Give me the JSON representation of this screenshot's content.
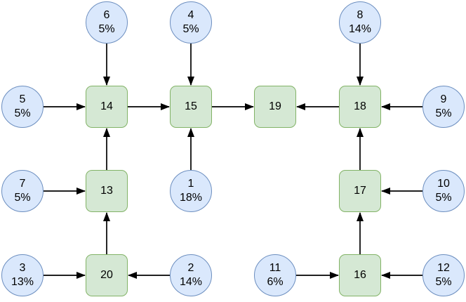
{
  "diagram": {
    "background": "#ffffff",
    "colors": {
      "source_fill": "#dae8fc",
      "source_stroke": "#6c8ebf",
      "process_fill": "#d5e8d4",
      "process_stroke": "#82b366",
      "edge": "#000000",
      "text": "#000000"
    },
    "nodes": [
      {
        "id": "1",
        "type": "circle",
        "label": "1",
        "sublabel": "18%"
      },
      {
        "id": "2",
        "type": "circle",
        "label": "2",
        "sublabel": "14%"
      },
      {
        "id": "3",
        "type": "circle",
        "label": "3",
        "sublabel": "13%"
      },
      {
        "id": "4",
        "type": "circle",
        "label": "4",
        "sublabel": "5%"
      },
      {
        "id": "5",
        "type": "circle",
        "label": "5",
        "sublabel": "5%"
      },
      {
        "id": "6",
        "type": "circle",
        "label": "6",
        "sublabel": "5%"
      },
      {
        "id": "7",
        "type": "circle",
        "label": "7",
        "sublabel": "5%"
      },
      {
        "id": "8",
        "type": "circle",
        "label": "8",
        "sublabel": "14%"
      },
      {
        "id": "9",
        "type": "circle",
        "label": "9",
        "sublabel": "5%"
      },
      {
        "id": "10",
        "type": "circle",
        "label": "10",
        "sublabel": "5%"
      },
      {
        "id": "11",
        "type": "circle",
        "label": "11",
        "sublabel": "6%"
      },
      {
        "id": "12",
        "type": "circle",
        "label": "12",
        "sublabel": "5%"
      },
      {
        "id": "13",
        "type": "square",
        "label": "13"
      },
      {
        "id": "14",
        "type": "square",
        "label": "14"
      },
      {
        "id": "15",
        "type": "square",
        "label": "15"
      },
      {
        "id": "16",
        "type": "square",
        "label": "16"
      },
      {
        "id": "17",
        "type": "square",
        "label": "17"
      },
      {
        "id": "18",
        "type": "square",
        "label": "18"
      },
      {
        "id": "19",
        "type": "square",
        "label": "19"
      },
      {
        "id": "20",
        "type": "square",
        "label": "20"
      }
    ],
    "edges": [
      {
        "from": "6",
        "to": "14"
      },
      {
        "from": "4",
        "to": "15"
      },
      {
        "from": "8",
        "to": "18"
      },
      {
        "from": "5",
        "to": "14"
      },
      {
        "from": "14",
        "to": "15"
      },
      {
        "from": "15",
        "to": "19"
      },
      {
        "from": "18",
        "to": "19"
      },
      {
        "from": "9",
        "to": "18"
      },
      {
        "from": "7",
        "to": "13"
      },
      {
        "from": "13",
        "to": "14"
      },
      {
        "from": "1",
        "to": "15"
      },
      {
        "from": "17",
        "to": "18"
      },
      {
        "from": "10",
        "to": "17"
      },
      {
        "from": "3",
        "to": "20"
      },
      {
        "from": "20",
        "to": "13"
      },
      {
        "from": "2",
        "to": "20"
      },
      {
        "from": "11",
        "to": "16"
      },
      {
        "from": "16",
        "to": "17"
      },
      {
        "from": "12",
        "to": "16"
      }
    ]
  }
}
